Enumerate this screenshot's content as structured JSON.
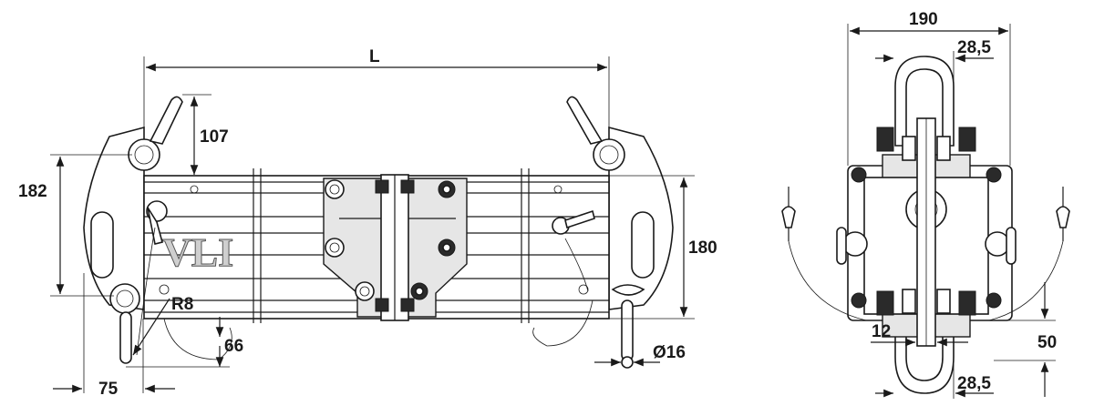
{
  "drawing": {
    "logo_text": "VLI",
    "front_view": {
      "length_label": "L",
      "arm_height": "107",
      "overall_height": "182",
      "body_height": "180",
      "radius": "R8",
      "pin_offset": "66",
      "end_offset": "75",
      "pin_diameter": "Ø16"
    },
    "side_view": {
      "width": "190",
      "top_offset": "28,5",
      "bottom_offset": "28,5",
      "gap": "12",
      "drop": "50"
    }
  }
}
